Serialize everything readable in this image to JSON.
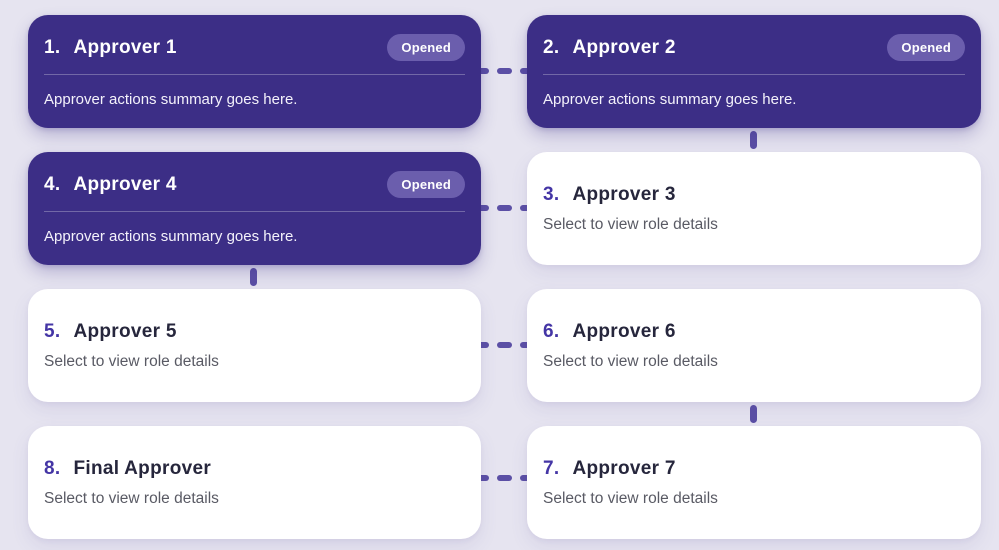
{
  "workflow": {
    "cards": [
      {
        "number": "1.",
        "title": "Approver 1",
        "badge": "Opened",
        "summary": "Approver actions summary goes here.",
        "state": "opened"
      },
      {
        "number": "2.",
        "title": "Approver 2",
        "badge": "Opened",
        "summary": "Approver actions summary goes here.",
        "state": "opened"
      },
      {
        "number": "4.",
        "title": "Approver 4",
        "badge": "Opened",
        "summary": "Approver actions summary goes here.",
        "state": "opened"
      },
      {
        "number": "3.",
        "title": "Approver 3",
        "summary": "Select to view role details",
        "state": "pending"
      },
      {
        "number": "5.",
        "title": "Approver 5",
        "summary": "Select to view role details",
        "state": "pending"
      },
      {
        "number": "6.",
        "title": "Approver 6",
        "summary": "Select to view role details",
        "state": "pending"
      },
      {
        "number": "8.",
        "title": "Final Approver",
        "summary": "Select to view role details",
        "state": "pending"
      },
      {
        "number": "7.",
        "title": "Approver 7",
        "summary": "Select to view role details",
        "state": "pending"
      }
    ],
    "colors": {
      "page_bg": "#e6e4f0",
      "active_card_bg": "#3c2e86",
      "badge_bg": "#6b5ead",
      "connector": "#5b4fa5",
      "number_accent": "#4435a5",
      "pending_title": "#26263c",
      "pending_subtitle": "#595a64"
    }
  }
}
